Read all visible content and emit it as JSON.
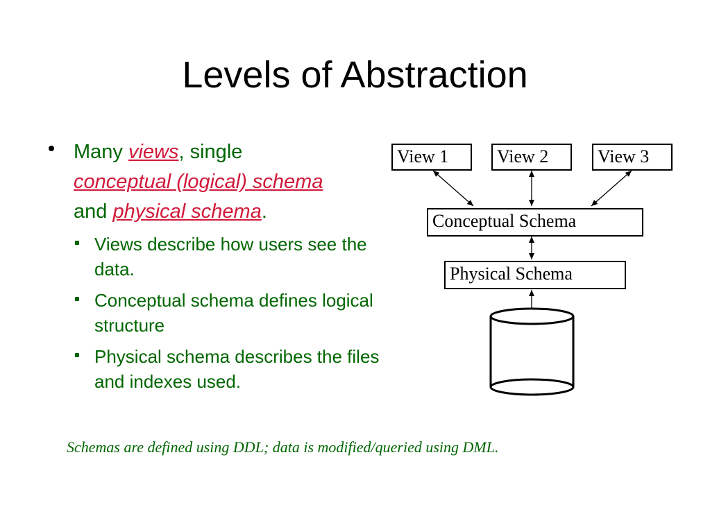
{
  "slide": {
    "title": "Levels of Abstraction"
  },
  "bullets": {
    "main": {
      "text_1": "Many ",
      "views": "views",
      "text_2": ", single ",
      "conceptual": "conceptual (logical) schema",
      "text_3": " and ",
      "physical": "physical schema",
      "text_4": "."
    },
    "sub": [
      "Views describe how users see the data.",
      "Conceptual schema defines logical structure",
      "Physical schema describes the files and indexes used."
    ]
  },
  "diagram": {
    "view_1": "View 1",
    "view_2": "View 2",
    "view_3": "View 3",
    "conceptual": "Conceptual Schema",
    "physical": "Physical Schema"
  },
  "footer": "Schemas are defined using DDL; data is modified/queried using DML.",
  "colors": {
    "bullet_text": "#006600",
    "highlight": "#d2193a"
  }
}
